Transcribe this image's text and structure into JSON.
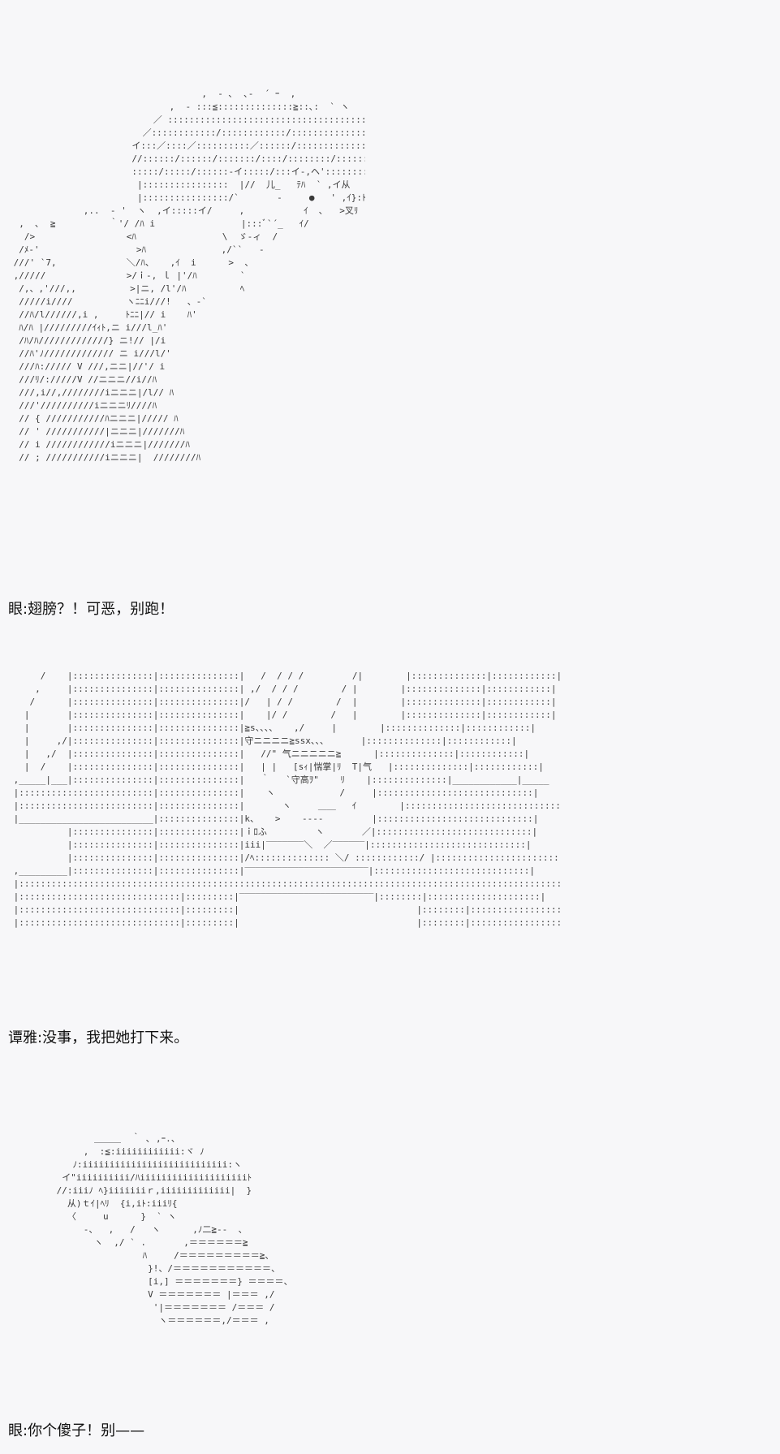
{
  "panels": [
    {
      "art": "                                    ,  ‐ ､  ､‐  ´ ｰ  ,\n                              ,  ‐ :::≦::::::::::::::≧::､:  ` ヽ\n                           ／ :::::::::::::::::::::::::::::::::::::::::::::::＼\n                         ／::::::::::::/::::::::::::/::::::::::::::::::≧::::::ヽ\n                       イ:::／::::／::::::::::／::::::/::::::::::::::::::::::::::ヽ\n                       //::::::/::::::/:::::::/::::/::::::::/:::::::::イ::::::::::::ﾊ\n                       :::::/:::::/::::::-イ:::::/:::イ-,ヘ'::::::::::::::::::|:i\n                        |::::::::::::::::  |//  儿_   ﾃﾊ  ` ,イ从\n                        |::::::::::::::::/`       ‐     ●   ' ,ｲ}:ﾄ::.\n              ,..  ‐ '  ヽ  ,イ:::::イ/     ,           ｲ  ､   >叉ﾘ\n  ,  ､  ≧          ｀'/ /ﾊ i                |:::ﾞ`´_   ｲ/\n   />                 <ﾊ                \\  ゞ‐ィ  /\n  /ﾒ‐'                  >ﾊ              ,/``   ‐ \n ///' `7,             ＼/ﾊ、   ,ｲ  i      >  、\n ,/////               >/ｉ-, ｌ |'/ﾊ        `\n  /,、,'///,,          >|ニ, /l'/ﾊ          ﾍ\n  /////i////          ヽﾆﾆi///!   、‐`\n  //ﾊ/l//////,i ,     ﾄﾆﾆ|// i    ﾊ'\n  ﾊ/ﾊ |/////////ｲｨﾄ,ニ i///l_ﾊ'\n  /ﾊ/ﾊ/////////////} ニ!// |/i\n  //ﾊ'ﾉ///////////// ニ i///l/'\n  ///ﾊ:///// V ///,ニニ|//'/ i\n  ///ﾘ/://///V //ニニニ//i//ﾊ\n  ///,i//,////////iニニニ|/l// ﾊ\n  ///'//////////iニニニﾘ////ﾊ\n  // { ///////////ﾊニニニ|///// ﾊ\n  // ' ///////////|ニニニ|///////ﾊ\n  // i ////////////iニニニ|///////ﾊ\n  // ; ///////////iニニニ|  ////////ﾊ",
      "speaker": "眼",
      "dialogue": "翅膀？！可恶，别跑！"
    },
    {
      "art": "      /    |:::::::::::::::|:::::::::::::::|   /  / / /         /|        |::::::::::::::|::::::::::::|                  /\n     ,     |:::::::::::::::|:::::::::::::::| ,/  / / /        / |        |::::::::::::::|::::::::::::|                /\n    /      |:::::::::::::::|:::::::::::::::|/   | / /        /  |        |::::::::::::::|::::::::::::|               /\n   |       |:::::::::::::::|:::::::::::::::|    |/ /        /   |        |::::::::::::::|::::::::::::|             /\n   |       |:::::::::::::::|:::::::::::::::|≧s、、、、   ,/     |        |::::::::::::::|::::::::::::|           /\n   |     ,/|:::::::::::::::|:::::::::::::::|守ニニニニ≧ssx、、、      |::::::::::::::|::::::::::::|         /\n   |   ,/  |:::::::::::::::|:::::::::::::::|   //\" 气ニニニニニ≧      |::::::::::::::|::::::::::::|       ,/\n   |  /    |:::::::::::::::|:::::::::::::::|   | |   [sｨ|惴掌|ﾘ  T|气   |::::::::::::::|::::::::::::|    _,/\n ,_____|___|:::::::::::::::|:::::::::::::::|   ｀   `守高ｦ\"    ﾘ    |::::::::::::::|____________|_____\n |:::::::::::::::::::::::::|:::::::::::::::|    ヽ            /     |:::::::::::::::::::::::::::::|\n |:::::::::::::::::::::::::|:::::::::::::::|       ヽ     ＿＿   ｲ        |:::::::::::::::::::::::::::::|\n |_________________________|:::::::::::::::|k、   >    ‐‐‐‐         |:::::::::::::::::::::::::::::|\n           |:::::::::::::::|:::::::::::::::|ｉﾛふ         ヽ       ／|:::::::::::::::::::::::::::::|\n           |:::::::::::::::|:::::::::::::::|iii|‾‾‾‾‾‾‾＼  ／‾‾‾‾‾‾|:::::::::::::::::::::::::::::|\n           |:::::::::::::::|:::::::::::::::|/ﾍ:::::::::::::: ＼/ ::::::::::::/ |:::::::::::::::::::::::::::::|\n ,_________|:::::::::::::::|:::::::::::::::|‾‾‾‾‾‾‾‾‾‾‾‾‾‾‾‾‾‾‾‾‾‾‾|:::::::::::::::::::::::::::::|\n |::::::::::::::::::::::::::::::::::::::::::::::::::::::::::::::::::::::::::::::::::::::::::::::::::::::::::::|\n |::::::::::::::::::::::::::::::|:::::::::|‾‾‾‾‾‾‾‾‾‾‾‾‾‾‾‾‾‾‾‾‾‾‾‾‾|::::::::|:::::::::::::::::::::|\n |::::::::::::::::::::::::::::::|:::::::::|                                 |::::::::|:::::::::::::::::::::|\n |::::::::::::::::::::::::::::::|:::::::::|                                 |::::::::|:::::::::::::::::::::|",
      "speaker": "谭雅",
      "dialogue": "没事，我把她打下来。"
    },
    {
      "art": "                ＿＿＿  ｀ ､ ,ｰ.、\n              ,  :≦:iiiiiiiiiiii:ヾ ﾉ\n            ﾉ:iiiiiiiiiiiiiiiiiiiiiiiiiii:ヽ\n          イ\"iiiiiiiiii/ﾊiiiiiiiiiiiiiiiiiiiiﾄ\n         //:iiiﾉ ﾍ}iiiiiiiｒ,iiiiiiiiiiiii|  }\n           从)ｔｲ|ﾍﾘ  {i,iﾄ:iiiﾘ{\n           〈     u      }  ` ヽ\n              ‐、  ,   /   ヽ      ,ﾉ二≧‐‐  、\n                ヽ  ,/ ` .       ,＝＝＝＝＝＝≧\n                         ﾊ     /＝＝＝＝＝＝＝＝＝≧、\n                          }!、/＝＝＝＝＝＝＝＝＝＝＝、\n                          [i,] ＝＝＝＝＝＝＝} ＝＝＝＝、\n                          V ＝＝＝＝＝＝＝ |＝＝＝ ,/\n                           '|＝＝＝＝＝＝＝ /＝＝＝ /\n                            ヽ＝＝＝＝＝＝,/＝＝＝ ,",
      "speaker": "眼",
      "dialogue": "你个傻子！别——"
    }
  ]
}
